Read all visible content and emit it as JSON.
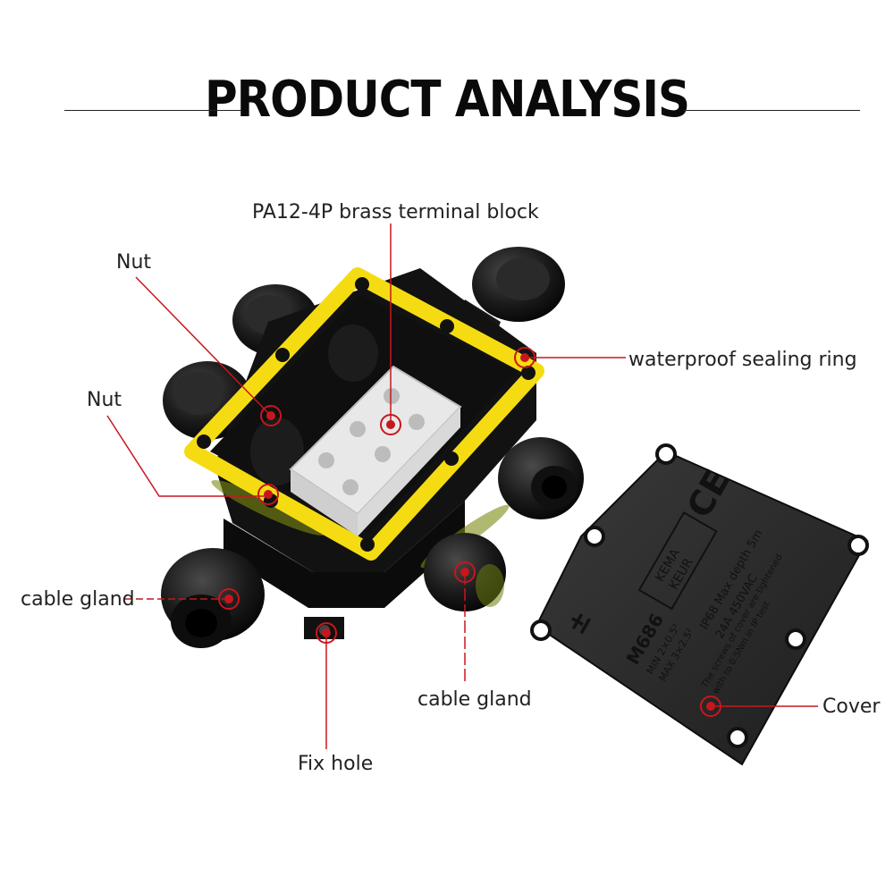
{
  "title": "PRODUCT ANALYSIS",
  "labels": {
    "terminal_block": "PA12-4P brass terminal block",
    "nut_top": "Nut",
    "nut_mid": "Nut",
    "sealing_ring": "waterproof sealing ring",
    "cable_gland_left": "cable gland",
    "cable_gland_right": "cable gland",
    "fix_hole": "Fix hole",
    "cover": "Cover"
  },
  "cover_marking": {
    "ce": "CE",
    "kema_top": "KEMA",
    "kema_bottom": "KEUR",
    "model": "M686",
    "rating_1": "IP68  Max depth 5m",
    "rating_2": "24A  450VAC",
    "min": "MIN 2×0.5²",
    "max": "MAX 3×2.5²",
    "note_1": "The screws of cover are tightened",
    "note_2": "with to 0.5Nm in IP test"
  },
  "colors": {
    "annotation": "#c8161d",
    "seal": "#f5dc12",
    "body": "#151515"
  }
}
